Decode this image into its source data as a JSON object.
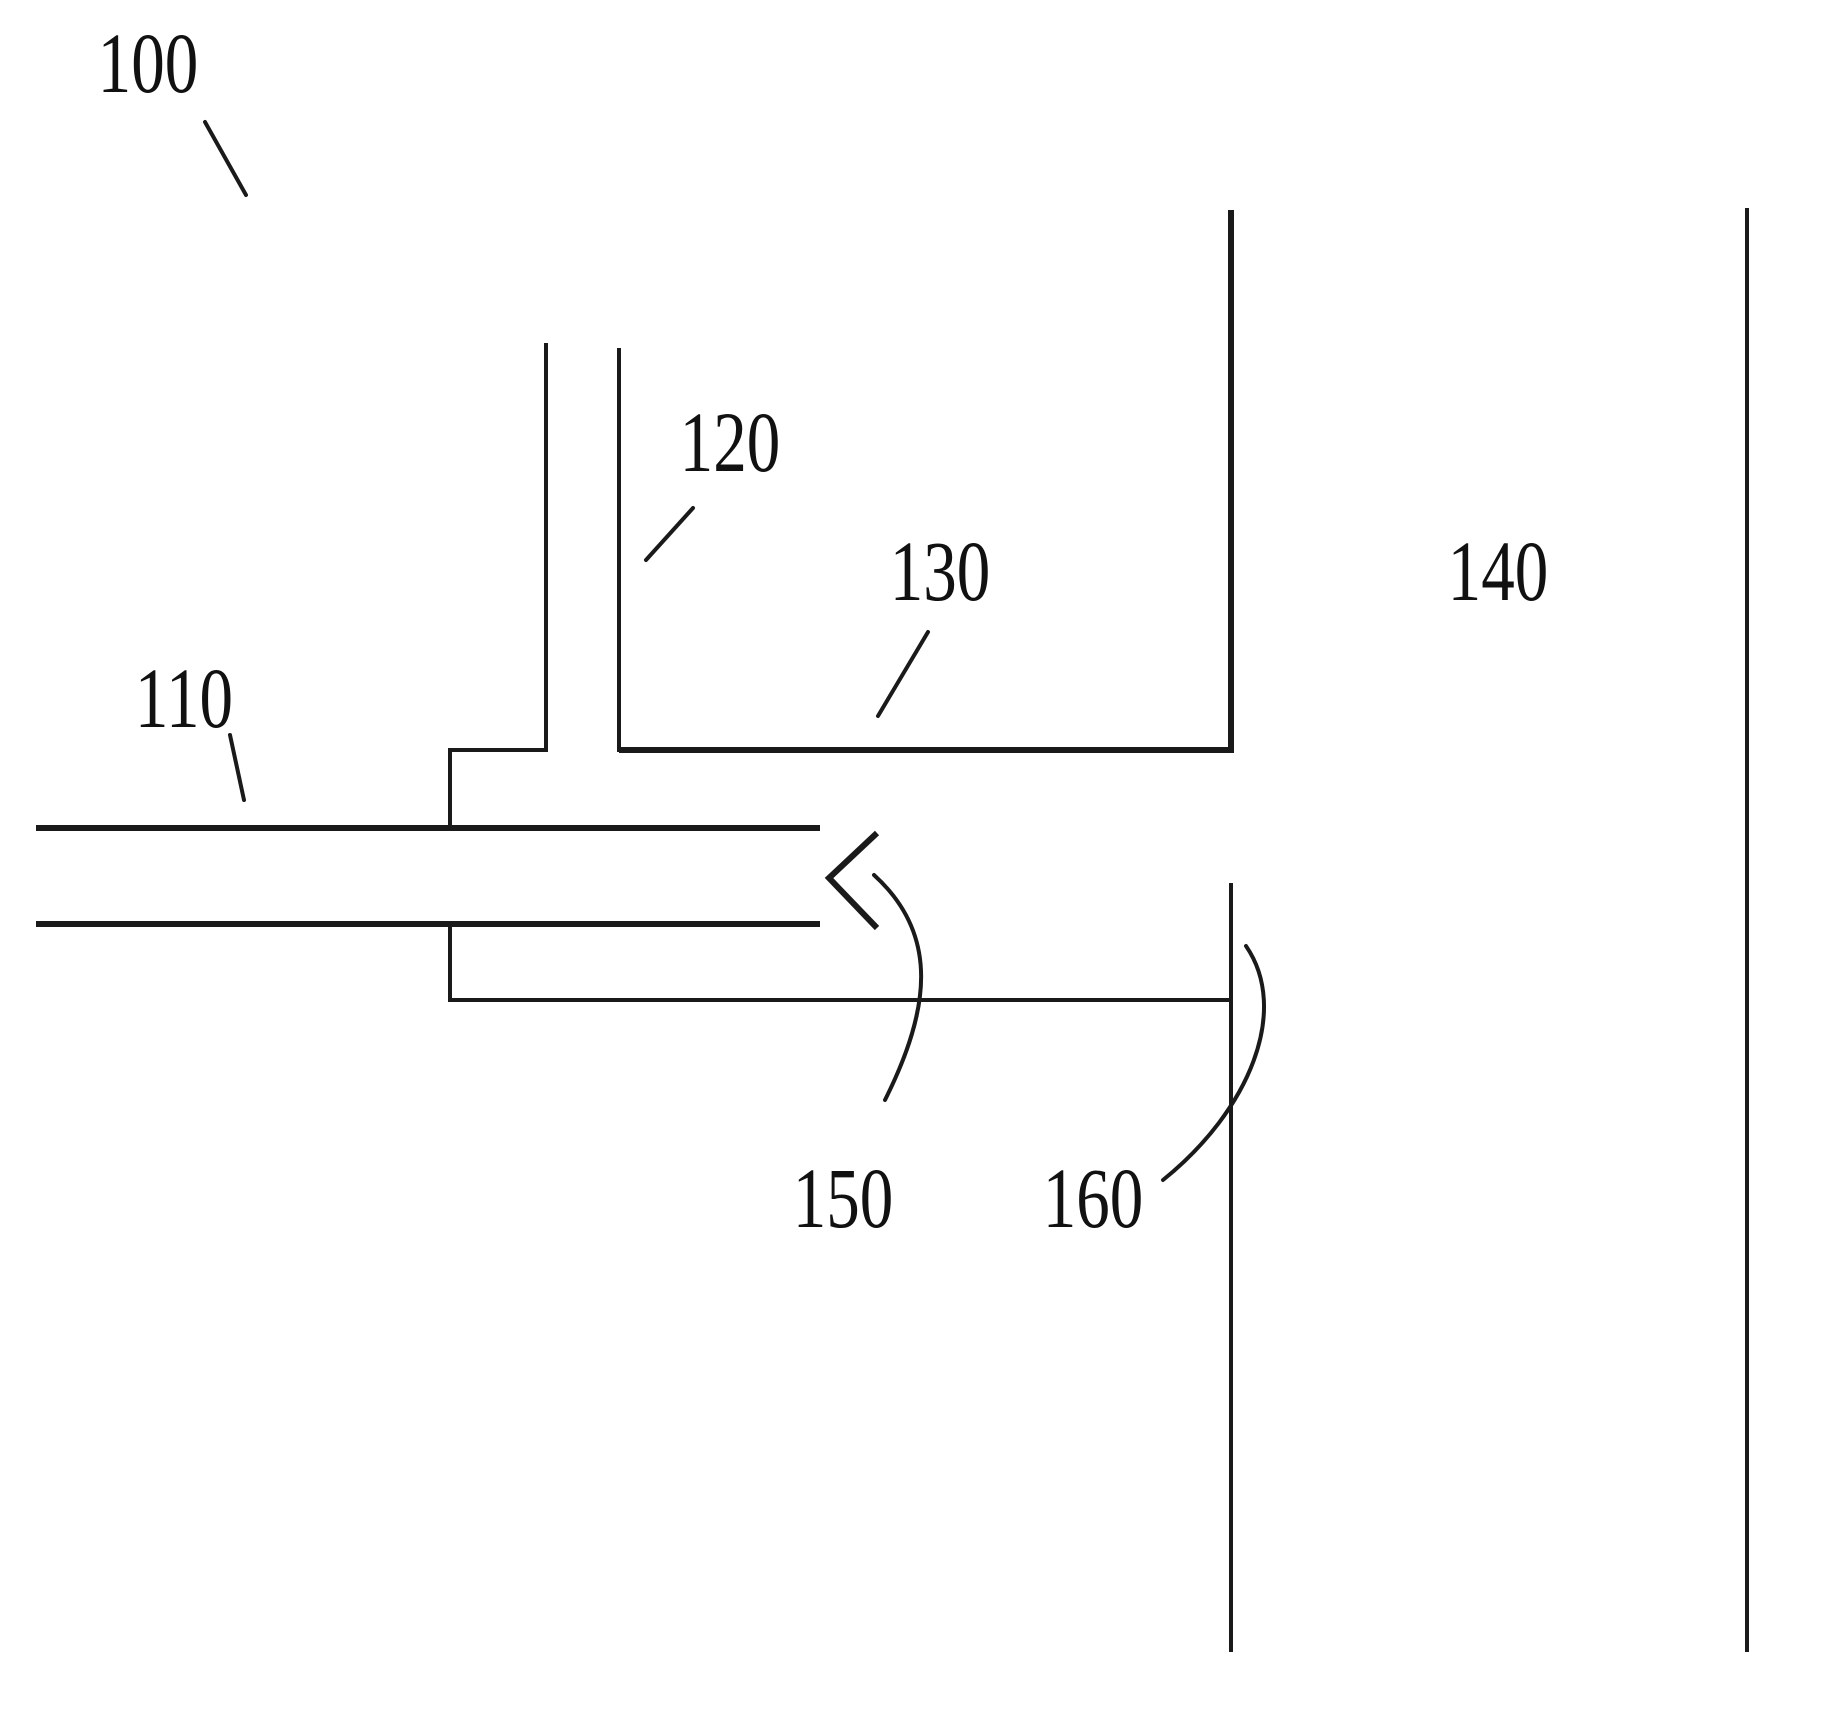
{
  "figure": {
    "labels": {
      "device": "100",
      "inner_tube": "110",
      "side_channel": "120",
      "chamber_floor": "130",
      "vessel": "140",
      "tube_tip": "150",
      "opening": "160"
    }
  }
}
